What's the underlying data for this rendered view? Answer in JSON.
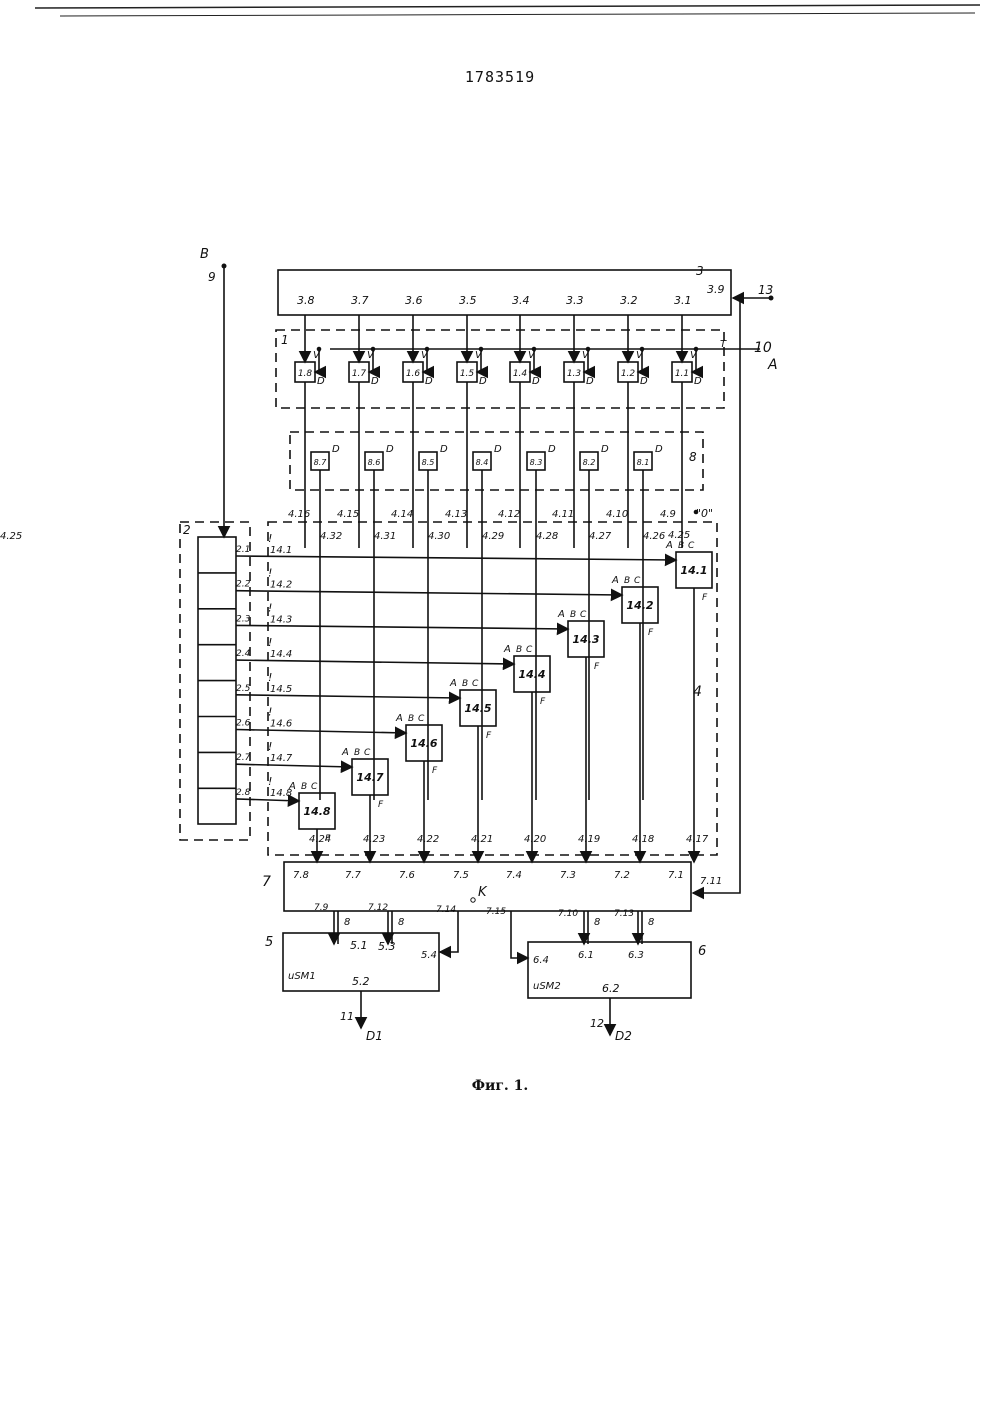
{
  "document": {
    "number": "1783519",
    "caption": "Фиг. 1."
  },
  "blocks": {
    "block3": "3",
    "block1": "1",
    "block8": "8",
    "block2": "2",
    "block4": "4",
    "block7": "7",
    "block5": "5",
    "block6": "6",
    "sm1": "uSM1",
    "sm2": "uSM2",
    "k": "K"
  },
  "io": {
    "b": "B",
    "n9": "9",
    "n13": "13",
    "n10": "10",
    "a": "A",
    "n11": "11",
    "d1": "D1",
    "n12": "12",
    "d2": "D2",
    "zero": "\"0\"",
    "t": "T"
  },
  "reg3": {
    "ports": [
      "3.8",
      "3.7",
      "3.6",
      "3.5",
      "3.4",
      "3.3",
      "3.2",
      "3.1"
    ],
    "p39": "3.9"
  },
  "trig1": [
    "1.8",
    "1.7",
    "1.6",
    "1.5",
    "1.4",
    "1.3",
    "1.2",
    "1.1"
  ],
  "trig8": [
    "8.7",
    "8.6",
    "8.5",
    "8.4",
    "8.3",
    "8.2",
    "8.1"
  ],
  "pins": {
    "v": "V",
    "d": "D",
    "a": "A",
    "b": "B",
    "c": "C",
    "f": "F"
  },
  "cells": [
    "14.1",
    "14.2",
    "14.3",
    "14.4",
    "14.5",
    "14.6",
    "14.7",
    "14.8"
  ],
  "reg2_out": [
    "2.1",
    "2.2",
    "2.3",
    "2.4",
    "2.5",
    "2.6",
    "2.7",
    "2.8"
  ],
  "left_labels": [
    "14.1",
    "14.2",
    "14.3",
    "14.4",
    "14.5",
    "14.6",
    "14.7",
    "14.8"
  ],
  "mid_top": [
    "4.16",
    "4.15",
    "4.14",
    "4.13",
    "4.12",
    "4.11",
    "4.10",
    "4.9"
  ],
  "mid_bot": [
    "4.32",
    "4.31",
    "4.30",
    "4.29",
    "4.28",
    "4.27",
    "4.26",
    "4.25"
  ],
  "out_nums": [
    "4.24",
    "4.23",
    "4.22",
    "4.21",
    "4.20",
    "4.19",
    "4.18",
    "4.17"
  ],
  "reg7": {
    "ports": [
      "7.8",
      "7.7",
      "7.6",
      "7.5",
      "7.4",
      "7.3",
      "7.2",
      "7.1"
    ],
    "p711": "7.11",
    "p79": "7.9",
    "p712": "7.12",
    "p714": "7.14",
    "p715": "7.15",
    "p710": "7.10",
    "p713": "7.13"
  },
  "bus8": "8",
  "sm1_ports": {
    "p51": "5.1",
    "p53": "5.3",
    "p54": "5.4",
    "p52": "5.2"
  },
  "sm2_ports": {
    "p64": "6.4",
    "p61": "6.1",
    "p63": "6.3",
    "p62": "6.2"
  }
}
